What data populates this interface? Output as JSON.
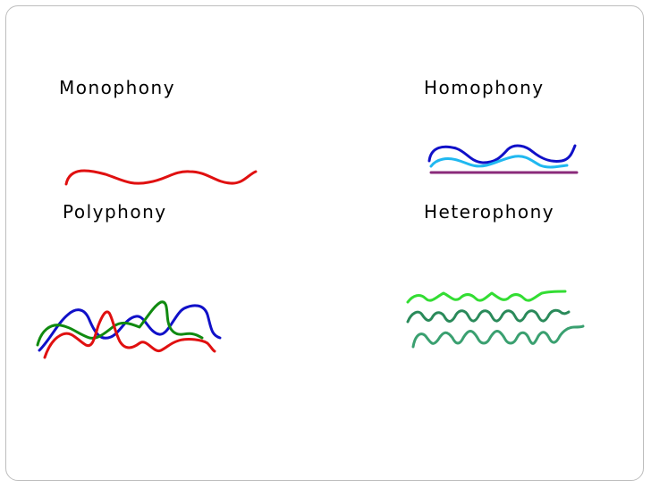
{
  "labels": {
    "monophony": "Monophony",
    "homophony": "Homophony",
    "polyphony": "Polyphony",
    "heterophony": "Heterophony"
  },
  "colors": {
    "red": "#e01010",
    "dark_blue": "#1010c8",
    "light_blue": "#20b8f0",
    "purple": "#8a2a7a",
    "green": "#108a10",
    "bright_green": "#33dd33",
    "teal_green": "#2a8a5a",
    "sea_green": "#3aa070"
  }
}
